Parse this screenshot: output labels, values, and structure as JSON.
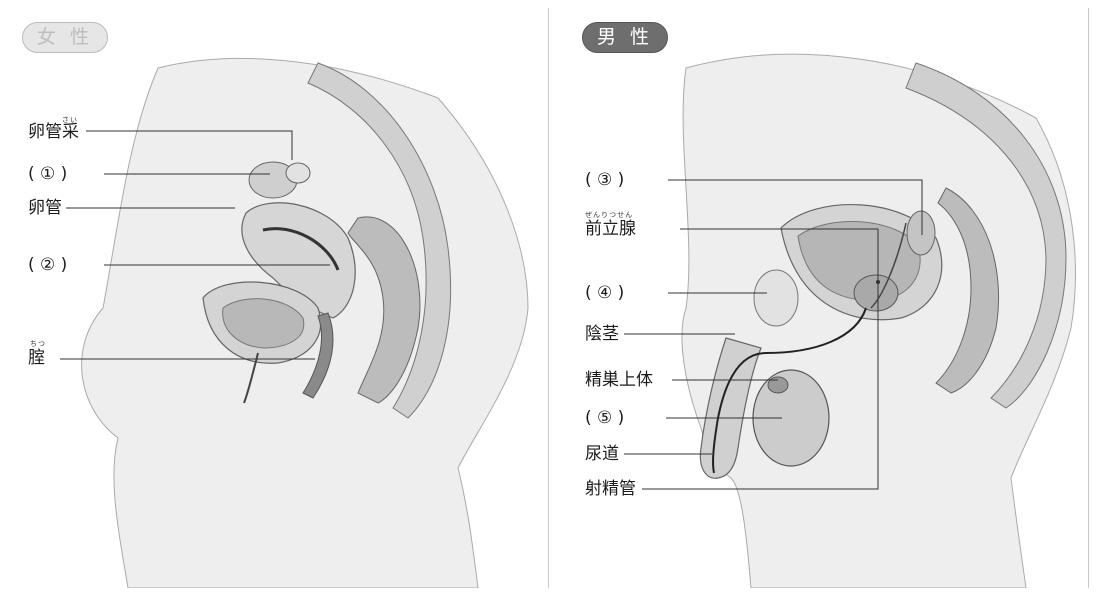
{
  "female": {
    "title": "女 性",
    "labels": {
      "fimbriae": "卵管采",
      "fimbriae_ruby": "さい",
      "blank1": "(  ①  )",
      "oviduct": "卵管",
      "blank2": "(  ②  )",
      "vagina": "腟",
      "vagina_ruby": "ちつ"
    }
  },
  "male": {
    "title": "男 性",
    "labels": {
      "blank3": "(  ③  )",
      "prostate": "前立腺",
      "prostate_ruby": "ぜんりつせん",
      "blank4": "(  ④  )",
      "penis": "陰茎",
      "epididymis": "精巣上体",
      "blank5": "(  ⑤  )",
      "urethra": "尿道",
      "ejaculatory_duct": "射精管"
    }
  },
  "colors": {
    "body": "#eeeeee",
    "organ": "#d2d2d2",
    "organ_dark": "#9a9a9a",
    "outline": "#666666"
  }
}
